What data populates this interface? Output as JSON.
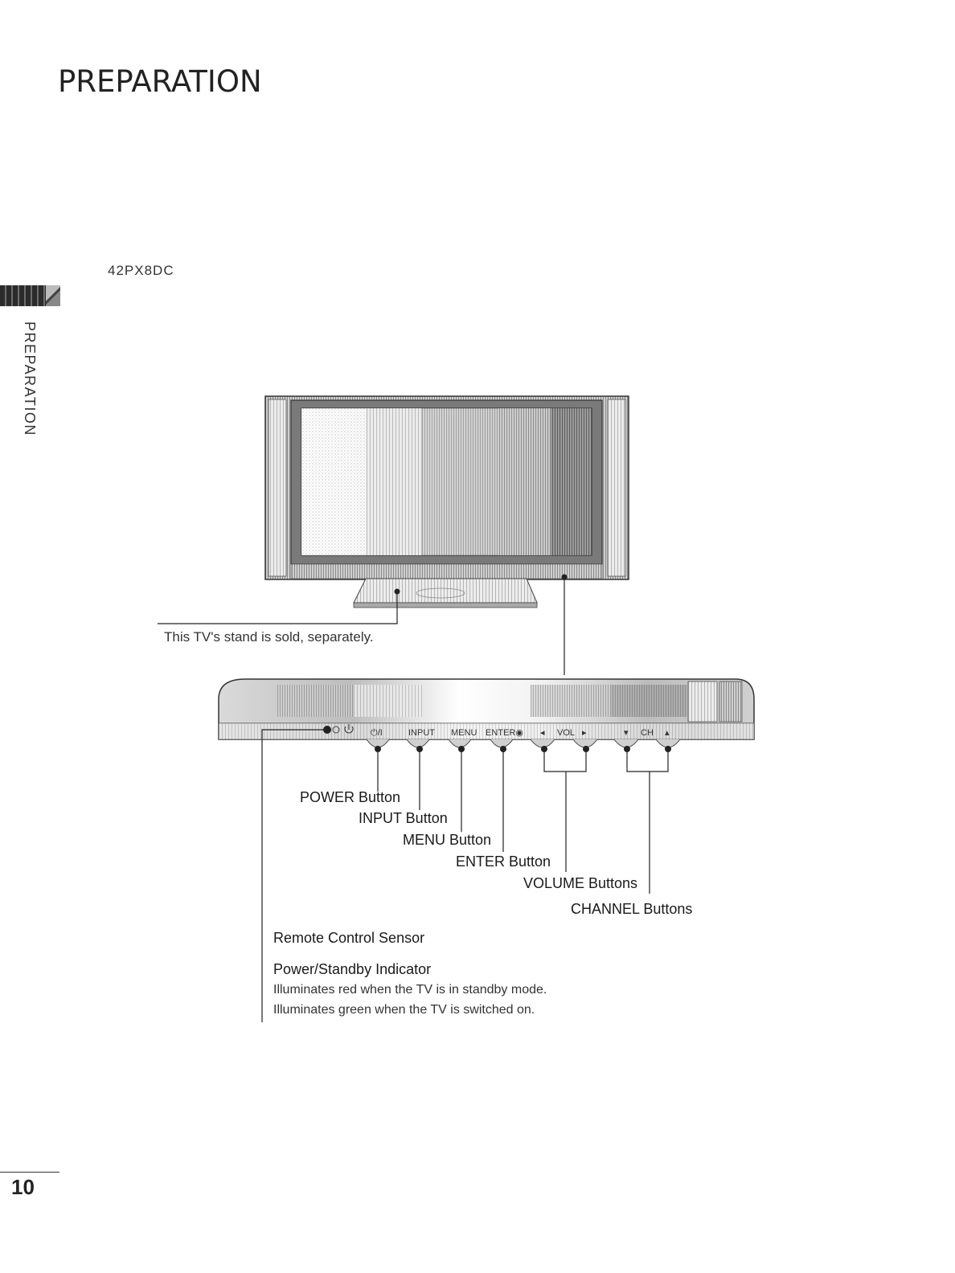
{
  "page": {
    "title": "PREPARATION",
    "side_tab": "PREPARATION",
    "page_number": "10"
  },
  "model": "42PX8DC",
  "stand_note": "This TV's stand is sold, separately.",
  "panel": {
    "labels": {
      "power": "⏻/I",
      "input": "INPUT",
      "menu": "MENU",
      "enter": "ENTER◉",
      "vol_left": "◂",
      "vol": "VOL",
      "vol_right": "▸",
      "ch_down": "▾",
      "ch": "CH",
      "ch_up": "▴"
    }
  },
  "callouts": {
    "power": "POWER Button",
    "input": "INPUT Button",
    "menu": "MENU Button",
    "enter": "ENTER Button",
    "volume": "VOLUME Buttons",
    "channel": "CHANNEL Buttons",
    "remote_sensor": "Remote Control Sensor",
    "power_indicator": "Power/Standby Indicator",
    "indicator_red": "Illuminates red when the TV is in standby mode.",
    "indicator_green": "Illuminates green when the TV is switched on."
  },
  "icons": {
    "power": "power-icon",
    "standby_led": "led-icon"
  }
}
